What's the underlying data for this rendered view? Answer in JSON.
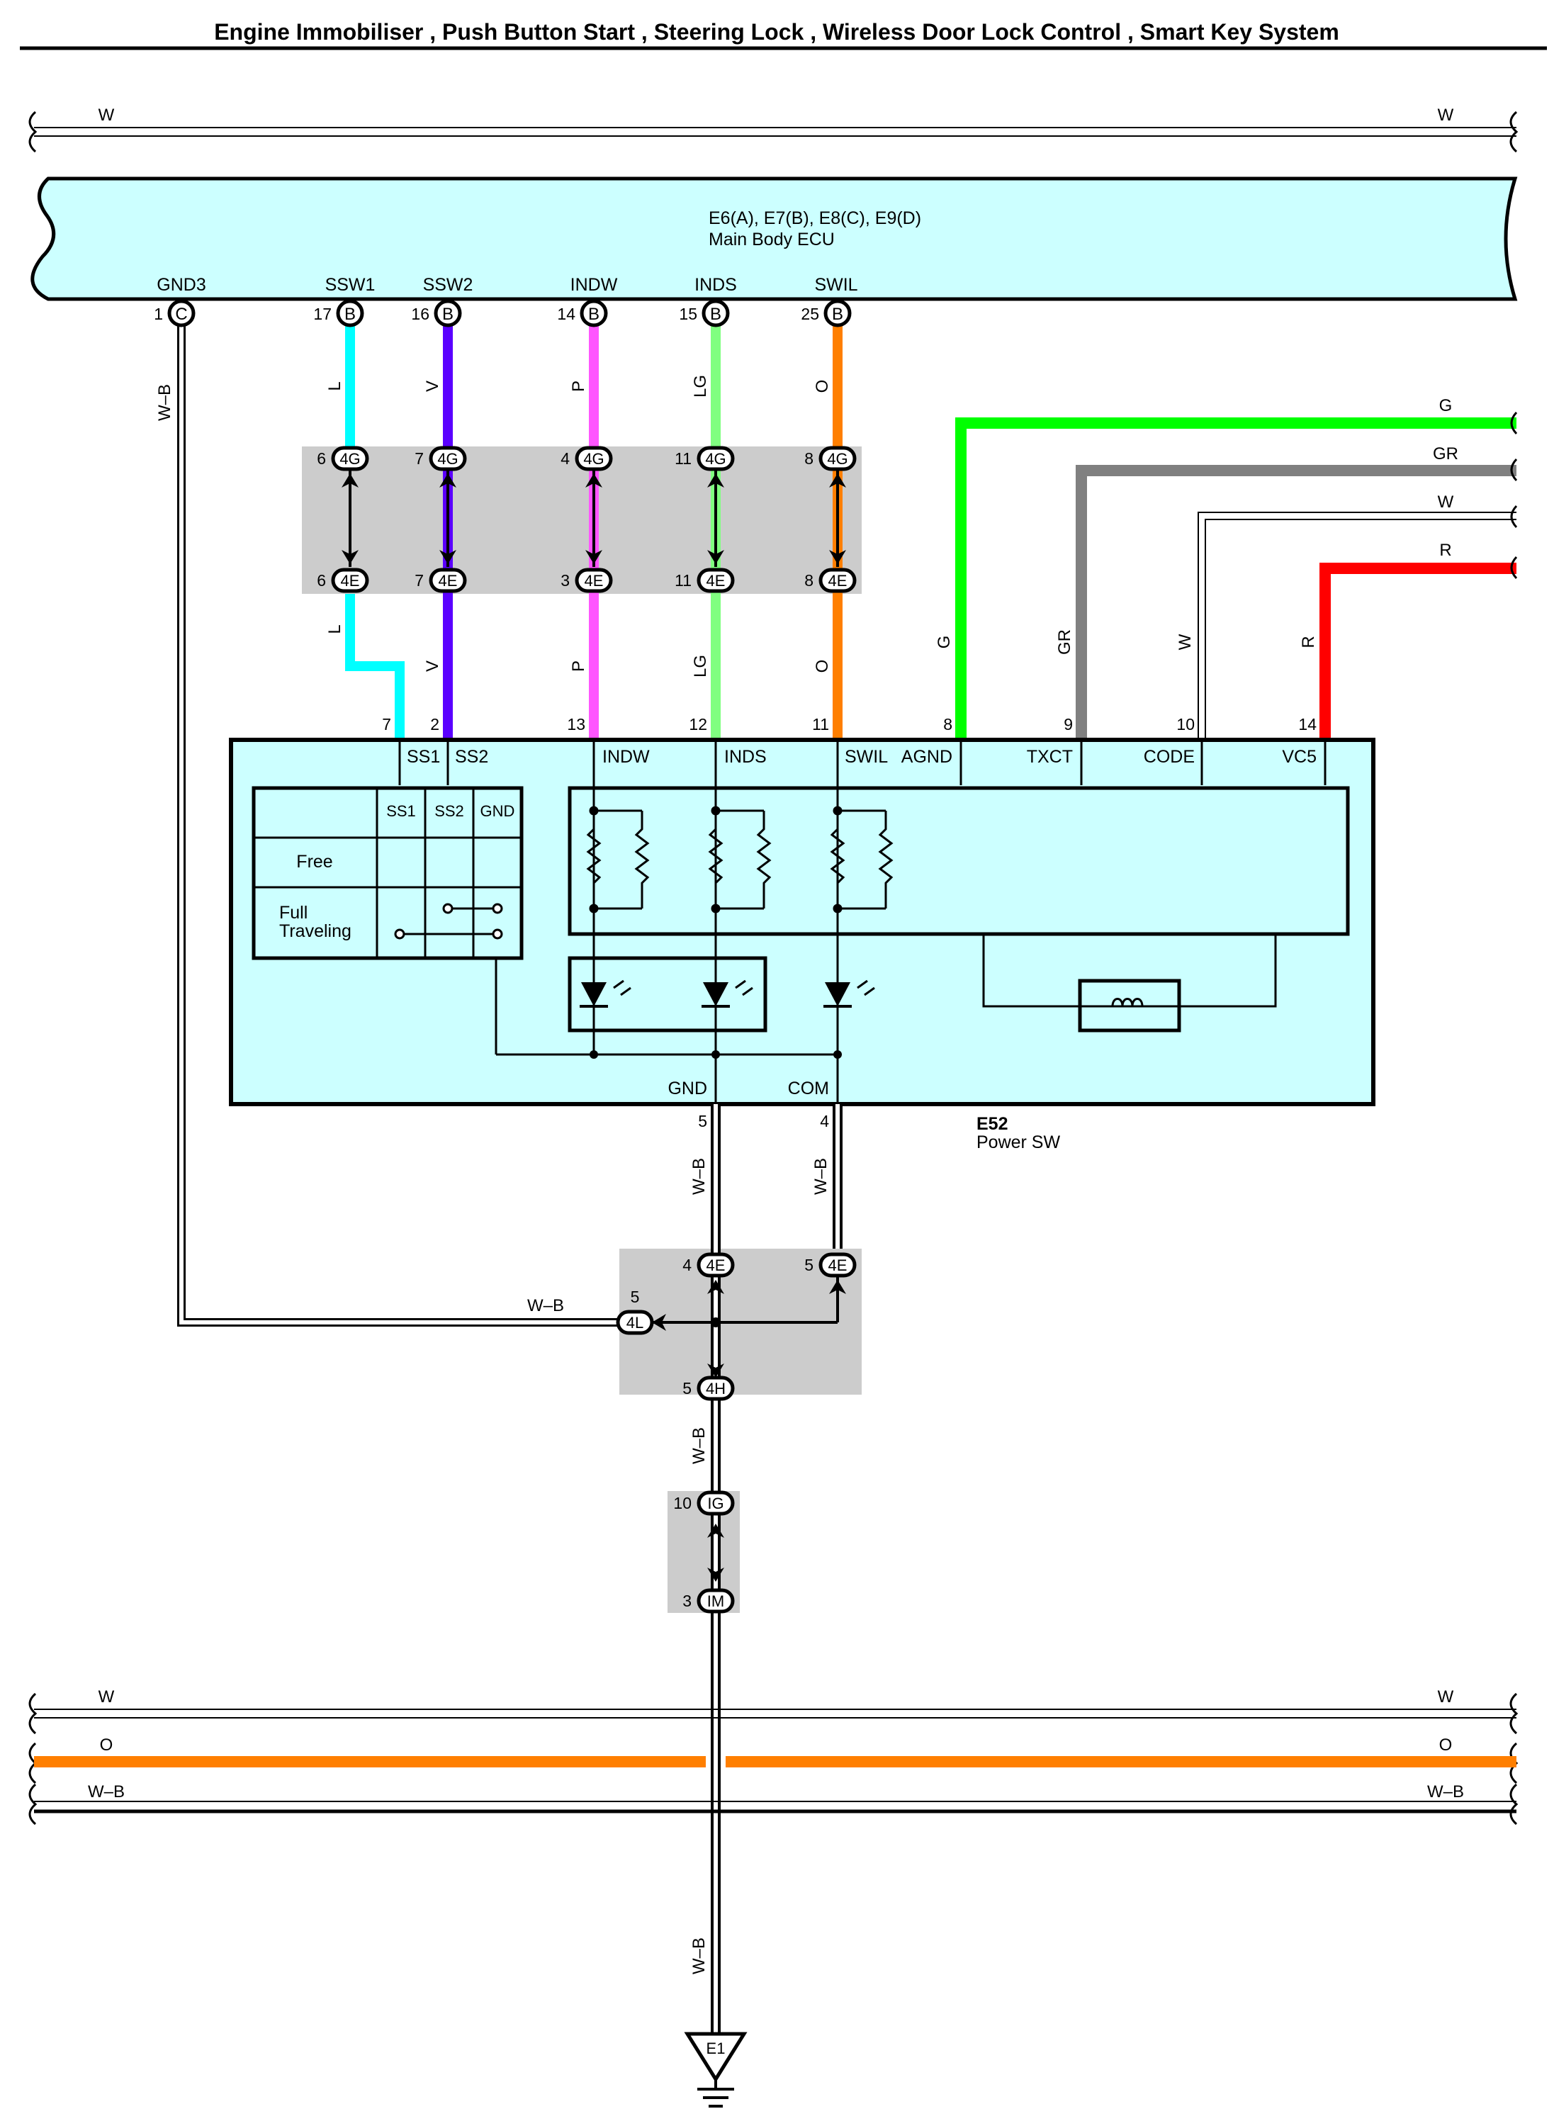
{
  "title": "Engine Immobiliser , Push Button Start , Steering Lock , Wireless Door Lock Control , Smart Key System",
  "colors": {
    "L": "#00ffff",
    "V": "#5a00ff",
    "P": "#ff55ff",
    "LG": "#80ff80",
    "O": "#ff7f00",
    "G": "#00ff00",
    "GR": "#808080",
    "R": "#ff0000",
    "W": "#ffffff",
    "WB": "#ffffff",
    "ecu_fill": "#ccffff",
    "connector_block": "#cccccc"
  },
  "top_bus": {
    "left_label": "W",
    "right_label": "W"
  },
  "ecu": {
    "name": "E6(A), E7(B), E8(C), E9(D)",
    "desc": "Main Body ECU",
    "terminals": [
      {
        "name": "GND3",
        "pin": "1",
        "conn": "C"
      },
      {
        "name": "SSW1",
        "pin": "17",
        "conn": "B"
      },
      {
        "name": "SSW2",
        "pin": "16",
        "conn": "B"
      },
      {
        "name": "INDW",
        "pin": "14",
        "conn": "B"
      },
      {
        "name": "INDS",
        "pin": "15",
        "conn": "B"
      },
      {
        "name": "SWIL",
        "pin": "25",
        "conn": "B"
      }
    ]
  },
  "wires_upper": [
    {
      "color": "L",
      "top_conn_pin": "6",
      "bottom_conn_pin": "6"
    },
    {
      "color": "V",
      "top_conn_pin": "7",
      "bottom_conn_pin": "7"
    },
    {
      "color": "P",
      "top_conn_pin": "4",
      "bottom_conn_pin": "3"
    },
    {
      "color": "LG",
      "top_conn_pin": "11",
      "bottom_conn_pin": "11"
    },
    {
      "color": "O",
      "top_conn_pin": "8",
      "bottom_conn_pin": "8"
    }
  ],
  "gnd3_wire": "W–B",
  "conn_4g": "4G",
  "conn_4e": "4E",
  "right_wires": [
    {
      "label": "G",
      "vlabel": "G"
    },
    {
      "label": "GR",
      "vlabel": "GR"
    },
    {
      "label": "W",
      "vlabel": "W"
    },
    {
      "label": "R",
      "vlabel": "R"
    }
  ],
  "power_sw": {
    "code": "E52",
    "name": "Power SW",
    "pins": [
      "7",
      "2",
      "13",
      "12",
      "11",
      "8",
      "9",
      "10",
      "14"
    ],
    "terminals": [
      "SS1",
      "SS2",
      "INDW",
      "INDS",
      "SWIL",
      "AGND",
      "TXCT",
      "CODE",
      "VC5"
    ],
    "table_headers": [
      "SS1",
      "SS2",
      "GND"
    ],
    "table_rows": [
      "Free",
      "Full",
      "Traveling"
    ],
    "bottom_terminals": [
      {
        "name": "GND",
        "pin": "5"
      },
      {
        "name": "COM",
        "pin": "4"
      }
    ]
  },
  "lower": {
    "wb": "W–B",
    "j4e_left_pin": "4",
    "j4e_right_pin": "5",
    "j4l_pin": "5",
    "j4l": "4L",
    "j4h_pin": "5",
    "j4h": "4H",
    "ig_pin": "10",
    "ig": "IG",
    "im_pin": "3",
    "im": "IM",
    "ground": "E1"
  },
  "bottom_bus": [
    {
      "label": "W"
    },
    {
      "label": "O"
    },
    {
      "label": "W–B"
    }
  ]
}
